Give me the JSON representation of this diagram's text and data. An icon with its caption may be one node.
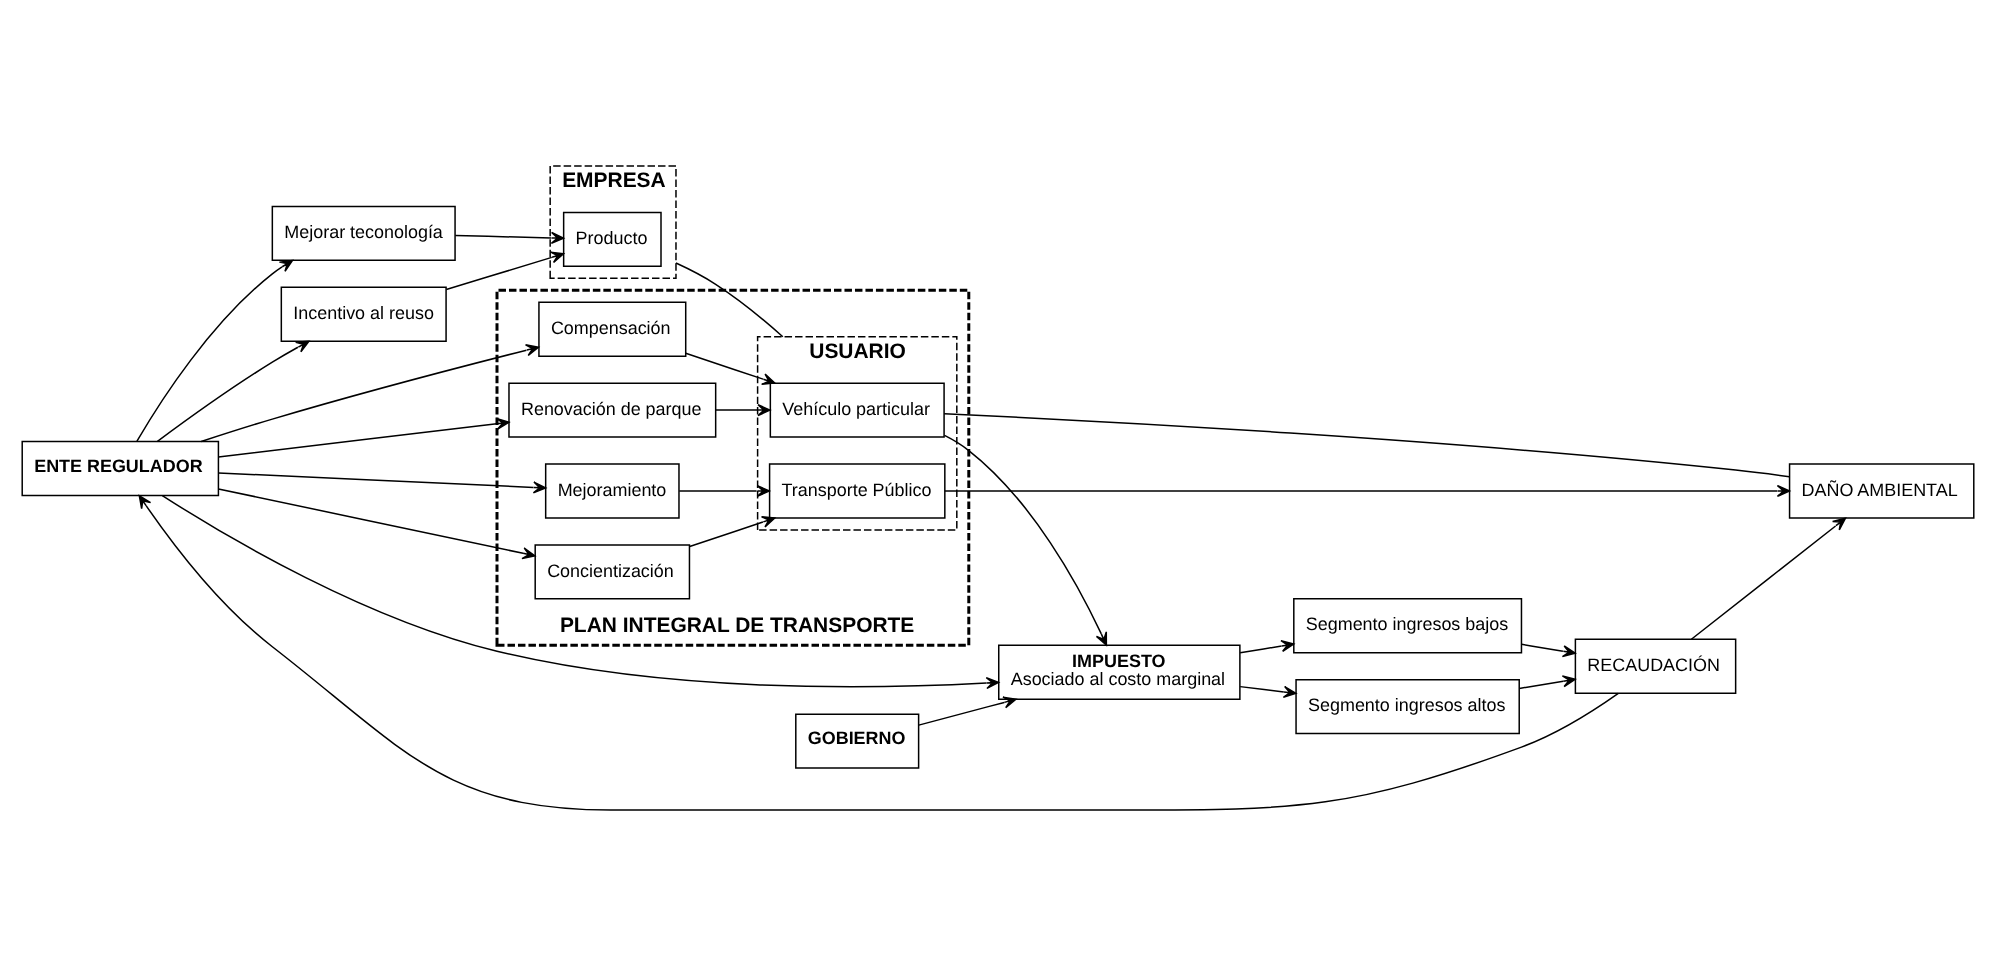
{
  "diagram": {
    "nodes": [
      {
        "text": [
          "ENTE REGULADOR"
        ]
      },
      {
        "text": [
          "Mejorar teconología"
        ]
      },
      {
        "text": [
          "Incentivo al reuso"
        ]
      },
      {
        "text": [
          "EMPRESA"
        ]
      },
      {
        "text": [
          "Producto"
        ],
        "in": 3
      },
      {
        "text": [
          "GOBIERNO"
        ]
      },
      {
        "text": [
          "PLAN INTEGRAL DE TRANSPORTE"
        ]
      },
      {
        "text": [
          "USUARIO"
        ],
        "in": 6
      },
      {
        "text": [
          "Compensación"
        ],
        "in": 6
      },
      {
        "text": [
          "Renovación de parque"
        ],
        "in": 6
      },
      {
        "text": [
          "Mejoramiento"
        ],
        "in": 6
      },
      {
        "text": [
          "Concientización"
        ],
        "in": 6
      },
      {
        "text": [
          "Vehículo particular"
        ],
        "in": 7
      },
      {
        "text": [
          "Transporte Público"
        ],
        "in": 7
      },
      {
        "text": [
          "IMPUESTO",
          "Asociado al costo marginal"
        ]
      },
      {
        "text": [
          "Segmento ingresos bajos"
        ]
      },
      {
        "text": [
          "Segmento ingresos altos"
        ]
      },
      {
        "text": [
          "RECAUDACIÓN"
        ]
      },
      {
        "text": [
          "DAÑO AMBIENTAL"
        ]
      }
    ],
    "edges": [
      {
        "from": 0,
        "to": 1,
        "arrow": "to"
      },
      {
        "from": 0,
        "to": 2,
        "arrow": "to"
      },
      {
        "from": 0,
        "to": 8,
        "arrow": "to"
      },
      {
        "from": 0,
        "to": 9,
        "arrow": "to"
      },
      {
        "from": 0,
        "to": 10,
        "arrow": "to"
      },
      {
        "from": 0,
        "to": 11,
        "arrow": "to"
      },
      {
        "from": 1,
        "to": 4,
        "arrow": "to"
      },
      {
        "from": 2,
        "to": 4,
        "arrow": "to"
      },
      {
        "from": 0,
        "to": 14,
        "arrow": "to"
      },
      {
        "from": 5,
        "to": 14,
        "arrow": "to"
      },
      {
        "from": 3,
        "to": 7,
        "arrow": "none"
      },
      {
        "from": 8,
        "to": 12,
        "arrow": "to"
      },
      {
        "from": 9,
        "to": 12,
        "arrow": "to"
      },
      {
        "from": 10,
        "to": 13,
        "arrow": "to"
      },
      {
        "from": 11,
        "to": 13,
        "arrow": "to"
      },
      {
        "from": 12,
        "to": 14,
        "arrow": "to"
      },
      {
        "from": 12,
        "to": 18,
        "arrow": "none"
      },
      {
        "from": 13,
        "to": 18,
        "arrow": "to"
      },
      {
        "from": 14,
        "to": 15,
        "arrow": "to"
      },
      {
        "from": 14,
        "to": 16,
        "arrow": "to"
      },
      {
        "from": 15,
        "to": 17,
        "arrow": "to"
      },
      {
        "from": 16,
        "to": 17,
        "arrow": "to"
      },
      {
        "from": 17,
        "to": 18,
        "arrow": "to"
      },
      {
        "from": 17,
        "to": 0,
        "arrow": "to"
      }
    ]
  }
}
